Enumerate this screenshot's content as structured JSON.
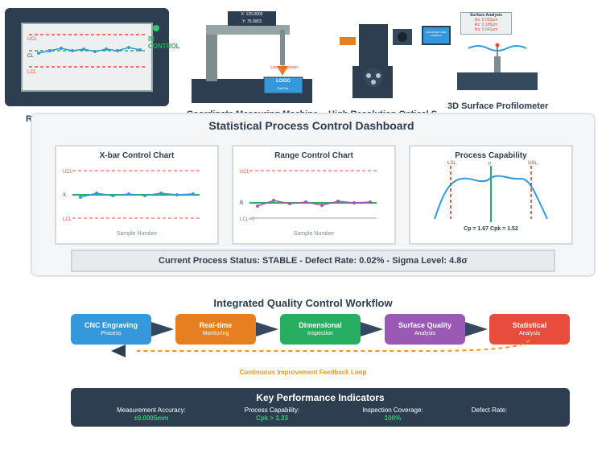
{
  "equipment": {
    "rt_monitor": {
      "caption": "R",
      "status": "IN CONTROL",
      "ucl": "UCL",
      "cl": "CL",
      "lcl": "LCL"
    },
    "cmm": {
      "caption": "Coordinate Measuring Machine",
      "x_readout": "X: 125.0005",
      "y_readout": "Y: 75.0003",
      "laser_label": "Laser Engraver",
      "logo": "LOGO",
      "part_no": "Part No."
    },
    "optical": {
      "caption": "High Resolution Optical S",
      "screen_title": "MAGNIFIED VIEW",
      "screen_value": "0.0005mm"
    },
    "profilometer": {
      "caption": "3D Surface Profilometer",
      "box_title": "Surface Analysis",
      "ra": "Ra: 0.032μm",
      "rz": "Rz: 0.185μm",
      "rq": "Rq: 0.041μm"
    }
  },
  "dashboard": {
    "title": "Statistical Process Control Dashboard",
    "status": "Current Process Status: STABLE - Defect Rate: 0.02% - Sigma Level: 4.8σ",
    "xbar": {
      "title": "X-bar Control Chart",
      "ucl": "UCL",
      "center": "X̄",
      "lcl": "LCL",
      "xlabel": "Sample Number"
    },
    "range": {
      "title": "Range Control Chart",
      "ucl": "UCL",
      "center": "R̄",
      "lcl": "LCL=0",
      "xlabel": "Sample Number"
    },
    "capability": {
      "title": "Process Capability",
      "lsl": "LSL",
      "usl": "USL",
      "mu": "μ",
      "stats": "Cp = 1.67 Cpk = 1.52"
    }
  },
  "workflow": {
    "title": "Integrated Quality Control Workflow",
    "steps": [
      {
        "title": "CNC Engraving",
        "sub": "Process",
        "color": "#3498db"
      },
      {
        "title": "Real-time",
        "sub": "Monitoring",
        "color": "#e67e22"
      },
      {
        "title": "Dimensional",
        "sub": "Inspection",
        "color": "#27ae60"
      },
      {
        "title": "Surface Quality",
        "sub": "Analysis",
        "color": "#9b59b6"
      },
      {
        "title": "Statistical",
        "sub": "Analysis",
        "color": "#e74c3c"
      }
    ],
    "feedback": "Continuous Improvement Feedback Loop"
  },
  "kpi": {
    "title": "Key Performance Indicators",
    "items": [
      {
        "label": "Measurement Accuracy:",
        "value": "±0.0005mm"
      },
      {
        "label": "Process Capability:",
        "value": "Cpk > 1.33"
      },
      {
        "label": "Inspection Coverage:",
        "value": "100%"
      },
      {
        "label": "Defect Rate:",
        "value": ""
      }
    ]
  }
}
